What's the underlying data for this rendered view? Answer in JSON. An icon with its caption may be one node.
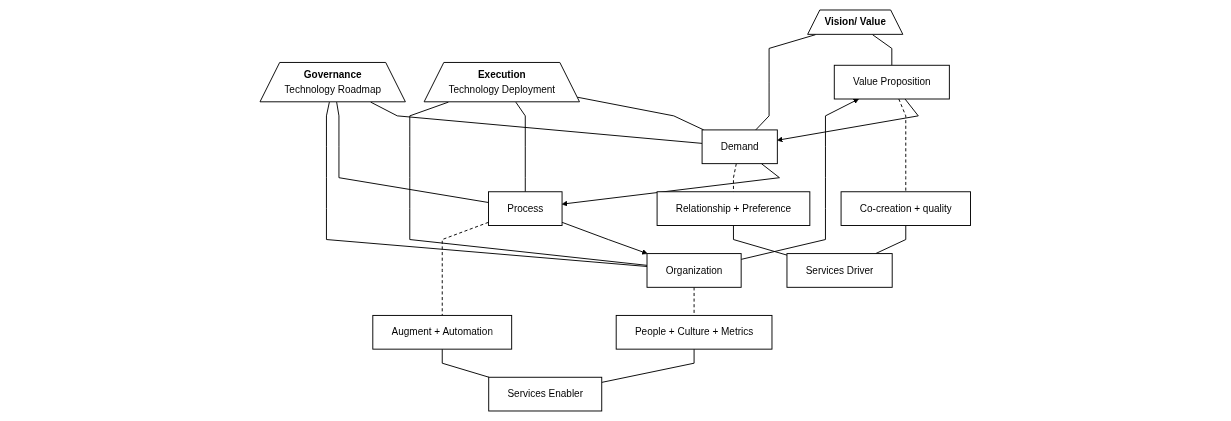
{
  "diagram": {
    "nodes": [
      {
        "text": [
          "Vision/ Value"
        ]
      },
      {
        "text": [
          "Governance",
          "Technology Roadmap"
        ]
      },
      {
        "text": [
          "Execution",
          "Technology Deployment"
        ]
      },
      {
        "text": [
          "Value Proposition"
        ]
      },
      {
        "text": [
          "Demand"
        ]
      },
      {
        "text": [
          "Process"
        ]
      },
      {
        "text": [
          "Organization"
        ]
      },
      {
        "text": [
          "Co-creation + quality"
        ]
      },
      {
        "text": [
          "Relationship + Preference"
        ]
      },
      {
        "text": [
          "Augment + Automation"
        ]
      },
      {
        "text": [
          "People + Culture + Metrics"
        ]
      },
      {
        "text": [
          "Services Driver"
        ]
      },
      {
        "text": [
          "Services Enabler"
        ]
      }
    ],
    "edges": [
      {
        "from": 0,
        "to": 3,
        "arrow": "none"
      },
      {
        "from": 0,
        "to": 4,
        "arrow": "none"
      },
      {
        "from": 1,
        "to": 4,
        "arrow": "none"
      },
      {
        "from": 1,
        "to": 5,
        "arrow": "none"
      },
      {
        "from": 1,
        "to": 6,
        "arrow": "none"
      },
      {
        "from": 2,
        "to": 4,
        "arrow": "none"
      },
      {
        "from": 2,
        "to": 5,
        "arrow": "none"
      },
      {
        "from": 2,
        "to": 6,
        "arrow": "none"
      },
      {
        "from": 3,
        "to": 4,
        "arrow": "to"
      },
      {
        "from": 4,
        "to": 5,
        "arrow": "to"
      },
      {
        "from": 5,
        "to": 6,
        "arrow": "to"
      },
      {
        "from": 6,
        "to": 3,
        "arrow": "to"
      },
      {
        "from": 3,
        "to": 7,
        "arrow": "none",
        "style": "dashed"
      },
      {
        "from": 4,
        "to": 8,
        "arrow": "none",
        "style": "dashed"
      },
      {
        "from": 5,
        "to": 9,
        "arrow": "none",
        "style": "dashed"
      },
      {
        "from": 6,
        "to": 10,
        "arrow": "none",
        "style": "dashed"
      },
      {
        "from": 7,
        "to": 11,
        "arrow": "none"
      },
      {
        "from": 8,
        "to": 11,
        "arrow": "none"
      },
      {
        "from": 9,
        "to": 12,
        "arrow": "none"
      },
      {
        "from": 10,
        "to": 12,
        "arrow": "none"
      }
    ]
  }
}
